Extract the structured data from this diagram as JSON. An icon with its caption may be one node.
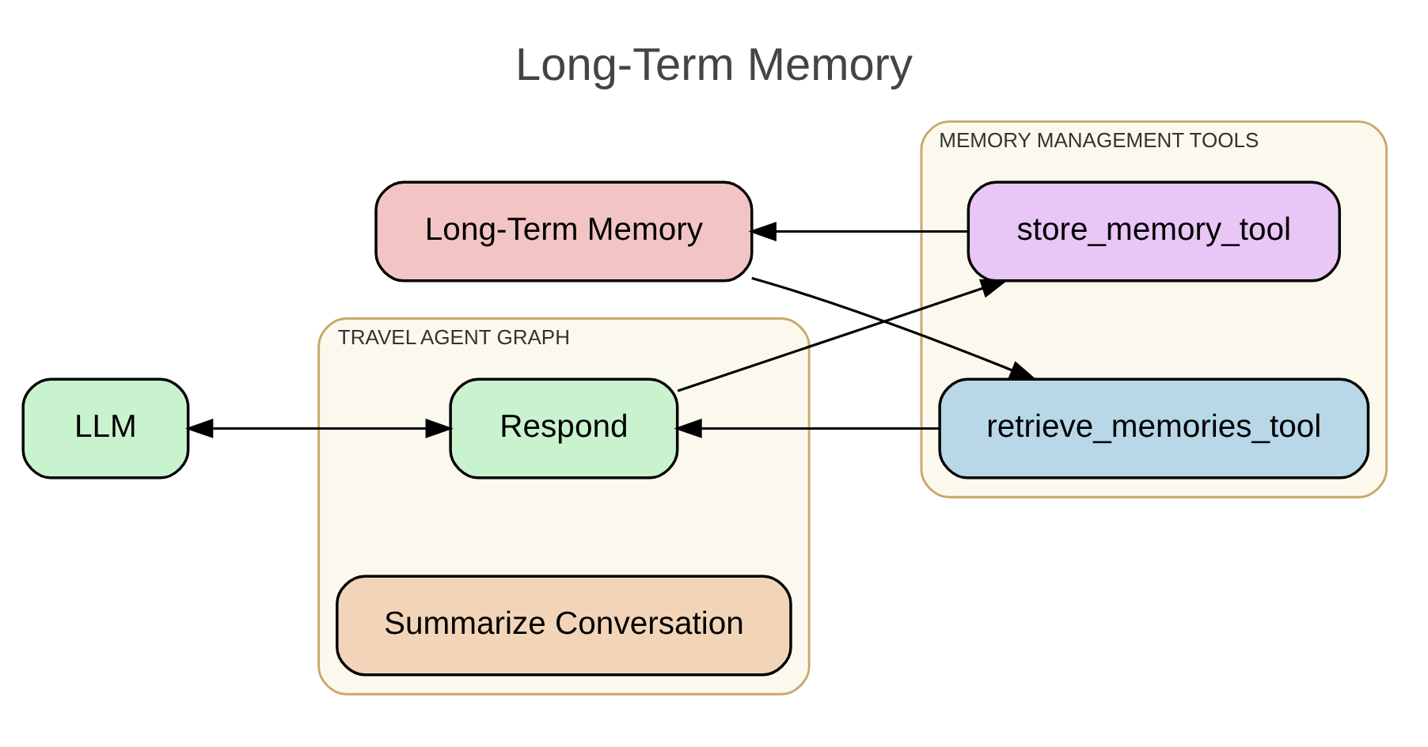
{
  "diagram": {
    "title": "Long-Term Memory",
    "nodes": [
      {
        "text": [
          "Long-Term Memory"
        ]
      },
      {
        "text": [
          "LLM"
        ]
      },
      {
        "text": [
          "TRAVEL AGENT GRAPH"
        ]
      },
      {
        "text": [
          "Respond"
        ],
        "in": 2
      },
      {
        "text": [
          "MEMORY MANAGEMENT TOOLS"
        ]
      },
      {
        "text": [
          "store_memory_tool"
        ],
        "in": 4
      },
      {
        "text": [
          "retrieve_memories_tool"
        ],
        "in": 4
      },
      {
        "text": [
          "Summarize Conversation"
        ],
        "in": 2
      }
    ],
    "edges": [
      {
        "from": 5,
        "to": 0,
        "arrow": "to"
      },
      {
        "from": 0,
        "to": 6,
        "arrow": "to"
      },
      {
        "from": 1,
        "to": 3,
        "arrow": "both"
      },
      {
        "from": 6,
        "to": 3,
        "arrow": "to"
      },
      {
        "from": 3,
        "to": 5,
        "arrow": "to"
      }
    ]
  }
}
